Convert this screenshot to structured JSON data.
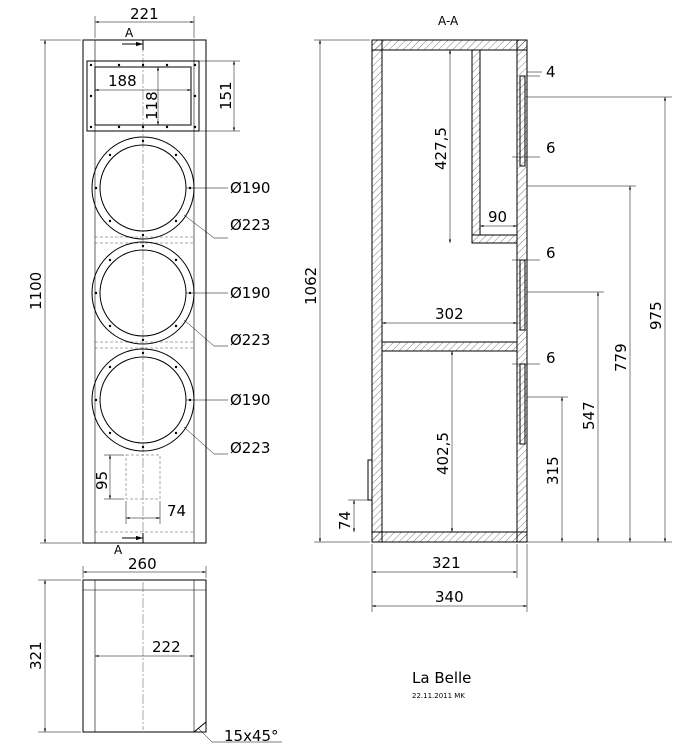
{
  "front_view": {
    "width_label": "221",
    "height_label": "1100",
    "section_mark_top": "A",
    "section_mark_bottom": "A",
    "terminal_width": "188",
    "terminal_height": "118",
    "terminal_offset": "151",
    "drivers": [
      {
        "inner": "Ø190",
        "outer": "Ø223"
      },
      {
        "inner": "Ø190",
        "outer": "Ø223"
      },
      {
        "inner": "Ø190",
        "outer": "Ø223"
      }
    ],
    "port_height": "95",
    "port_width": "74"
  },
  "top_view": {
    "outer_width": "260",
    "inner_width": "222",
    "depth": "321",
    "chamfer": "15x45°"
  },
  "section_view": {
    "title": "A-A",
    "total_height": "1062",
    "upper_chamber_height": "427,5",
    "lower_chamber_height": "402,5",
    "shelf_width": "90",
    "inner_depth": "302",
    "thickness_top": "4",
    "thickness_1": "6",
    "thickness_2": "6",
    "thickness_3": "6",
    "bottom_offset": "74",
    "inner_bottom_width": "321",
    "outer_bottom_width": "340",
    "heights": [
      "975",
      "779",
      "547",
      "315"
    ]
  },
  "title_block": {
    "name": "La Belle",
    "date": "22.11.2011 MK"
  }
}
